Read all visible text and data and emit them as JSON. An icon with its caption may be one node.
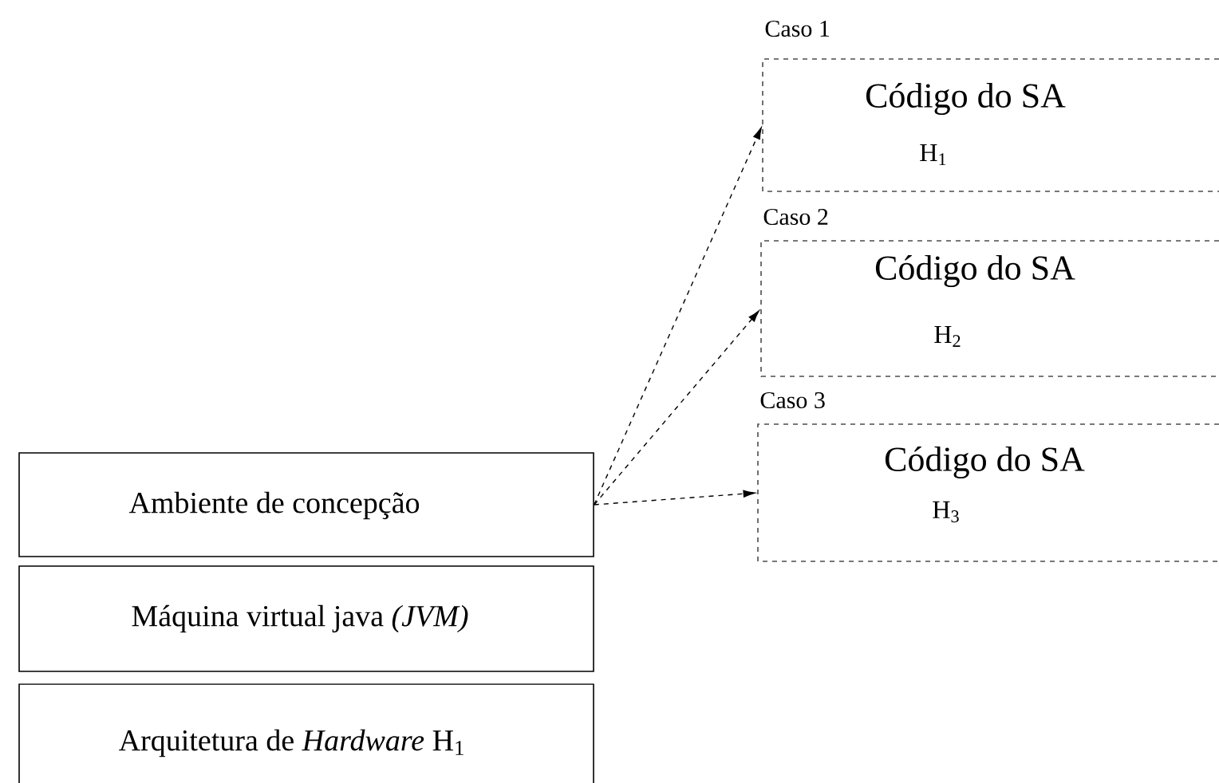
{
  "diagram": {
    "nodes": [
      {
        "text": [
          "Ambiente de concepção"
        ]
      },
      {
        "text": [
          "Máquina virtual java *(JVM)*"
        ]
      },
      {
        "text": [
          "Arquitetura de *Hardware* H$_{1}$"
        ]
      },
      {
        "text": [
          "Caso 1",
          "Código do SA",
          "H$_{1}$"
        ]
      },
      {
        "text": [
          "Caso 2",
          "Código do SA",
          "H$_{2}$"
        ]
      },
      {
        "text": [
          "Caso 3",
          "Código do SA",
          "H$_{3}$"
        ]
      }
    ],
    "edges": [
      {
        "from": 0,
        "to": 3,
        "arrow": "to",
        "style": "dashed"
      },
      {
        "from": 0,
        "to": 4,
        "arrow": "to",
        "style": "dashed"
      },
      {
        "from": 0,
        "to": 5,
        "arrow": "to",
        "style": "dashed"
      }
    ]
  }
}
